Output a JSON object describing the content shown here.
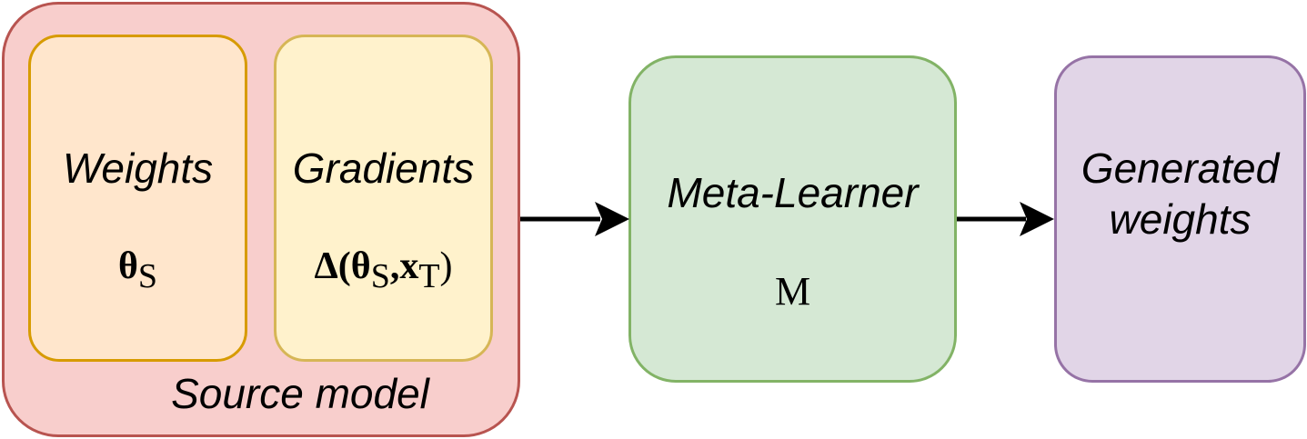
{
  "colors": {
    "source_fill": "#f8cecc",
    "source_stroke": "#b85450",
    "weights_fill": "#ffe6cc",
    "weights_stroke": "#d79b00",
    "gradients_fill": "#fff2cc",
    "gradients_stroke": "#d6b656",
    "meta_fill": "#d5e8d4",
    "meta_stroke": "#82b366",
    "gen_fill": "#e1d5e7",
    "gen_stroke": "#9673a6",
    "arrow": "#000000"
  },
  "source_model": {
    "label": "Source model",
    "weights": {
      "title": "Weights",
      "symbol": "θ",
      "subscript": "S"
    },
    "gradients": {
      "title": "Gradients",
      "symbol_prefix": "Δ(θ",
      "subscript_s": "S",
      "comma_x": ",x",
      "subscript_t": "T",
      "close": ")"
    }
  },
  "meta_learner": {
    "title": "Meta-Learner",
    "symbol": "M"
  },
  "generated": {
    "title": "Generated weights"
  }
}
